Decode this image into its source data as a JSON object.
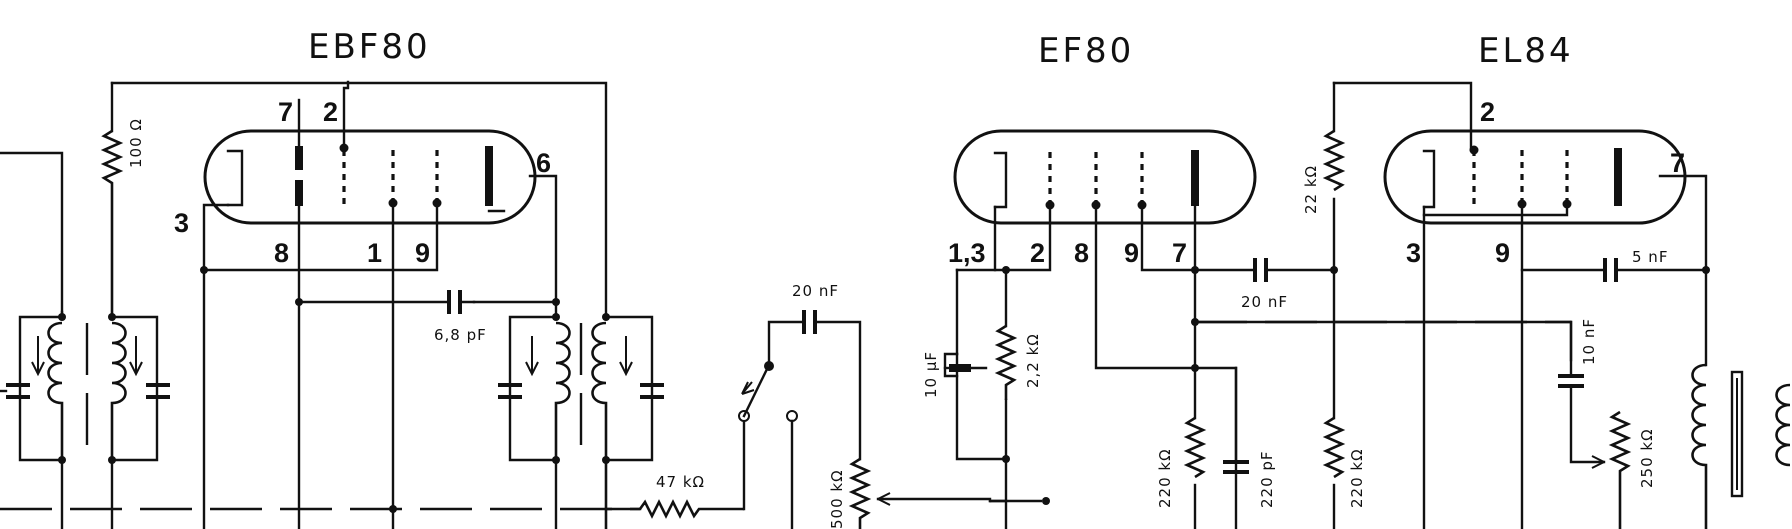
{
  "tubes": {
    "ebf80": {
      "name": "EBF80",
      "pins": {
        "heater_left": "3",
        "top_a": "7",
        "top_b": "2",
        "plate": "6",
        "bottom_8": "8",
        "bottom_1": "1",
        "bottom_9": "9"
      }
    },
    "ef80": {
      "name": "EF80",
      "pins": {
        "p13": "1,3",
        "p2": "2",
        "p8": "8",
        "p9": "9",
        "p7": "7"
      }
    },
    "el84": {
      "name": "EL84",
      "pins": {
        "top_2": "2",
        "plate_7": "7",
        "p3": "3",
        "p9": "9"
      }
    }
  },
  "components": {
    "r_100": "100 Ω",
    "c_6_8p": "6,8 pF",
    "c_20n_a": "20 nF",
    "r_47k": "47 kΩ",
    "pot_500k": "500 kΩ",
    "c_10u": "10 μF",
    "r_2_2k": "2,2 kΩ",
    "c_20n_b": "20 nF",
    "r_220k_a": "220 kΩ",
    "c_220p": "220 pF",
    "r_22k": "22 kΩ",
    "r_220k_b": "220 kΩ",
    "c_5n": "5 nF",
    "c_10n": "10 nF",
    "pot_250k": "250 kΩ"
  }
}
